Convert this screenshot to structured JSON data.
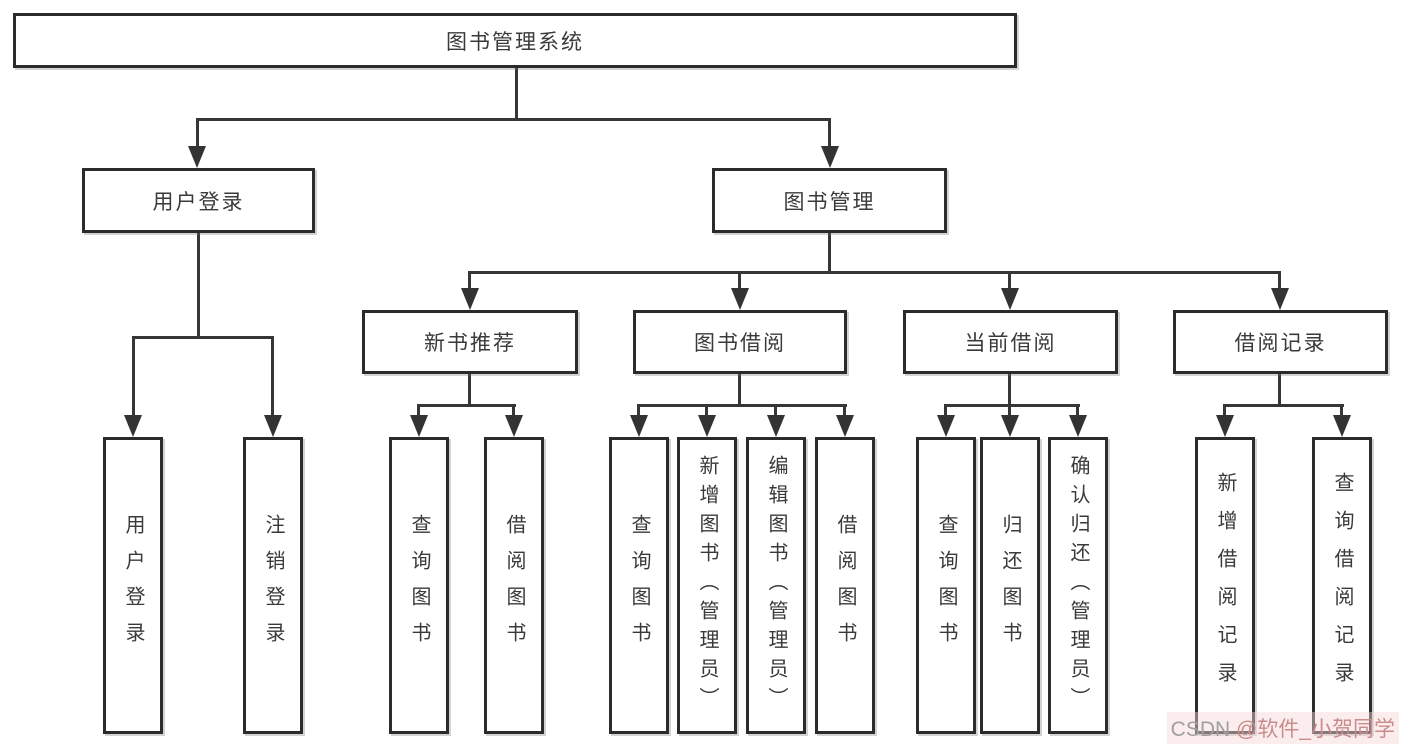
{
  "diagram": {
    "root": "图书管理系统",
    "user_login": {
      "label": "用户登录",
      "children": [
        "用户登录",
        "注销登录"
      ]
    },
    "book_mgmt": {
      "label": "图书管理",
      "groups": [
        {
          "label": "新书推荐",
          "children": [
            "查询图书",
            "借阅图书"
          ]
        },
        {
          "label": "图书借阅",
          "children": [
            "查询图书",
            "新增图书（管理员）",
            "编辑图书（管理员）",
            "借阅图书"
          ]
        },
        {
          "label": "当前借阅",
          "children": [
            "查询图书",
            "归还图书",
            "确认归还（管理员）"
          ]
        },
        {
          "label": "借阅记录",
          "children": [
            "新增借阅记录",
            "查询借阅记录"
          ]
        }
      ]
    }
  },
  "watermark": {
    "site": "CSDN ",
    "handle": "@软件_小贺同学"
  },
  "colors": {
    "line": "#363636",
    "border": "#2b2b2b",
    "text": "#3a3a3a",
    "watermark_site": "#a0a0a0",
    "watermark_handle": "#c98b8b"
  }
}
